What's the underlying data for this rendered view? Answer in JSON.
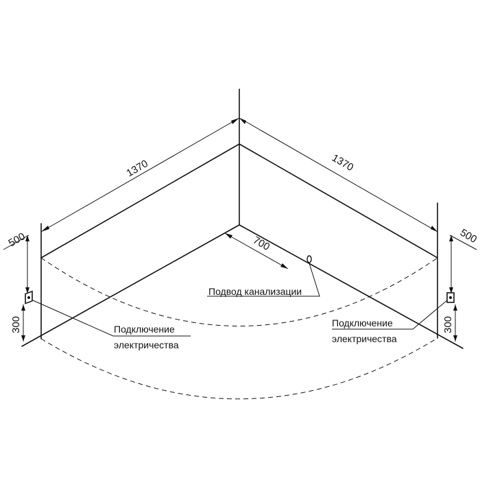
{
  "dimensions": {
    "left_wall_length": "1370",
    "right_wall_length": "1370",
    "drain_offset": "700",
    "left_outlet_height": "500",
    "right_outlet_height": "500",
    "left_socket_height": "300",
    "right_socket_height": "300"
  },
  "labels": {
    "drain": "Подвод канализации",
    "left_power_line1": "Подключение",
    "left_power_line2": "электричества",
    "right_power_line1": "Подключение",
    "right_power_line2": "электричества"
  }
}
